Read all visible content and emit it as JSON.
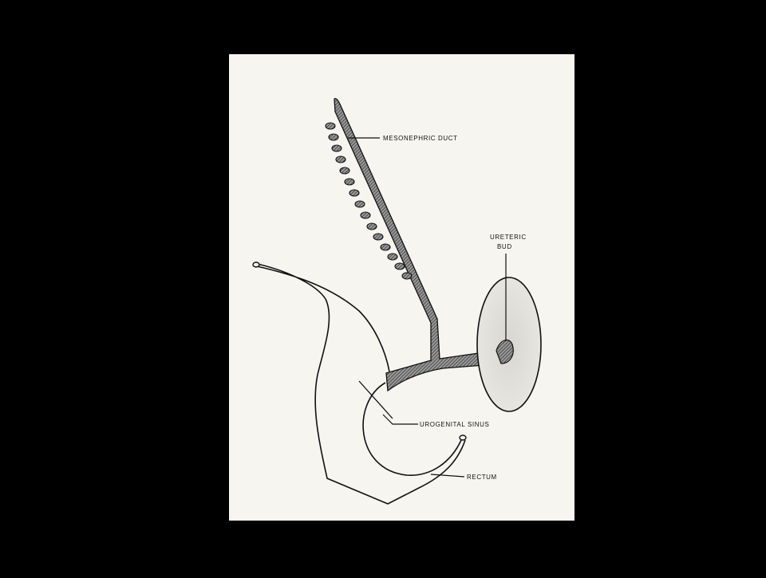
{
  "labels": {
    "mesonephric_duct": "MESONEPHRIC DUCT",
    "ureteric_bud_line1": "URETERIC",
    "ureteric_bud_line2": "BUD",
    "urogenital_sinus": "UROGENITAL SINUS",
    "rectum": "RECTUM"
  },
  "colors": {
    "background": "#000000",
    "paper": "#f6f5f0",
    "ink": "#111111"
  }
}
